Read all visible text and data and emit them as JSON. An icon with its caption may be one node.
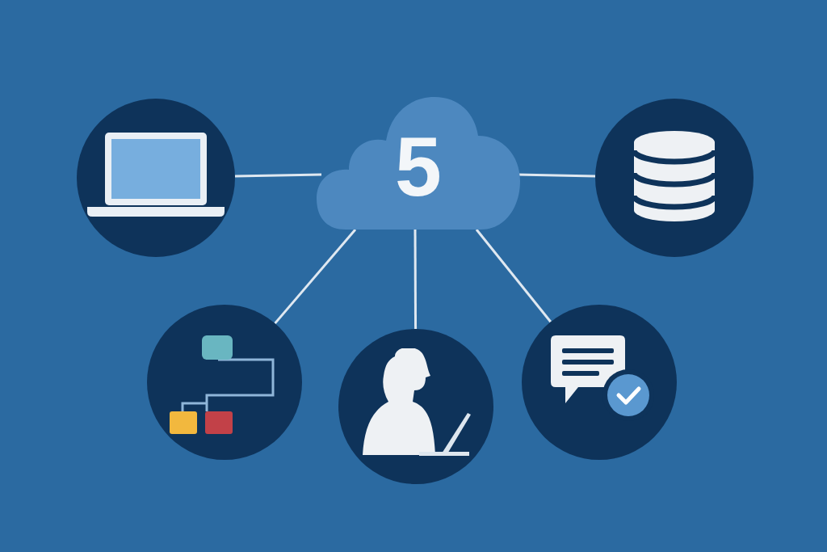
{
  "diagram": {
    "nodes": [
      {
        "text": [
          "5"
        ]
      },
      {
        "text": [],
        "shape": "circle"
      },
      {
        "text": [],
        "shape": "circle"
      },
      {
        "text": [],
        "shape": "circle"
      },
      {
        "text": [],
        "shape": "circle"
      },
      {
        "text": [],
        "shape": "circle"
      }
    ],
    "edges": [
      {
        "from": 0,
        "to": 1,
        "arrow": "none"
      },
      {
        "from": 0,
        "to": 2,
        "arrow": "none"
      },
      {
        "from": 0,
        "to": 3,
        "arrow": "none"
      },
      {
        "from": 0,
        "to": 4,
        "arrow": "none"
      },
      {
        "from": 0,
        "to": 5,
        "arrow": "none"
      }
    ]
  }
}
